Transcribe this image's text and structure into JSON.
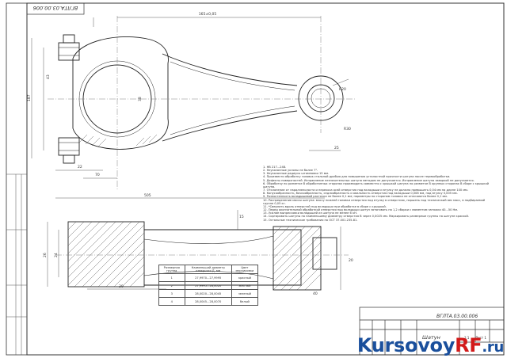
{
  "drawing": {
    "code": "ВГЛТА.03.00.006",
    "title": "Шатун",
    "scale": "1:1",
    "sheet": "Лист 1"
  },
  "dimensions": {
    "top_main": "165±0,05",
    "left_height": "187",
    "cyl_dia": "38",
    "small_r": "R20",
    "small_r2": "R30",
    "dim_25": "25",
    "dim_43": "43",
    "dim_70": "70",
    "dim_22": "22",
    "dim_505": "505",
    "dim_26": "26",
    "dim_24": "24",
    "dim_30": "30",
    "dim_20": "20",
    "dim_15": "15",
    "dim_40": "40"
  },
  "notes": [
    "1. НВ 217...248.",
    "2. Неуказанные уклоны не более 7°.",
    "3. Неуказанные радиусы штамповки 15 мм.",
    "4. Произвести обработку головок стальной дробью для повышения усталостной прочности шатуна после термообработки.",
    "5. Дефекты поверхностей. Исправление незначительных шатуна методом не допускается. Исправление шатуна заваркой не допускается.",
    "6. Обработку по разметке В обработанных сторонах производить совместно с крышкой шатуна по разметке В крупных сторонах В сборе с крышкой шатуна.",
    "7. Отклонение от параллельности и перекоса осей отверстия под вкладыши и втулку не должно превышать 0,04 мм на длине 100 мм.",
    "8. Конусообразность, бочкообразность, седлообразность и овальность отверстия под вкладыши 0,008 мм, под втулку 0,005 мм.",
    "9. Разностенность вкладышевой расточки не более 0,1 мм; параметры по сторонам головки не отличаются более 0,1 мм.",
    "10. Распределение массы шатуна: массу нижней головки отверстия под втулку в отверстиях, поршень под технический вес масс, в подбираемой группе 0,05 кг.",
    "11. *Сверлить вдоль отверстий под вкладыши при обработке в сборе с крышкой.",
    "12. Перед окончательной обработкой отверстия под вкладыши шатун затягивать на 1,2 сборки с моментом затяжки 40...50 Нм.",
    "13. Усилие выпрессовки вкладышей из шатуна не менее 6 кН.",
    "14. Сортировать шатуны по наименьшему диаметру отверстия В через 0,0025 мм. Маркировать размерные группы на шатуне краской.",
    "15. Остальные технические требования по ОСТ 37.001.235-81."
  ],
  "group_table": {
    "headers": [
      "Размерная группа",
      "Наименьший диаметр отверстия Д, мм",
      "Цвет маркировки"
    ],
    "rows": [
      [
        "1",
        "27,9970...27,9995",
        "красный"
      ],
      [
        "2",
        "27,9995...28,0020",
        "желтый"
      ],
      [
        "3",
        "28,0020...28,0045",
        "зеленый"
      ],
      [
        "4",
        "28,0045...28,0070",
        "белый"
      ]
    ]
  },
  "watermark": {
    "main": "Kursovoy",
    "rf": "RF",
    "ru": ".ru"
  }
}
